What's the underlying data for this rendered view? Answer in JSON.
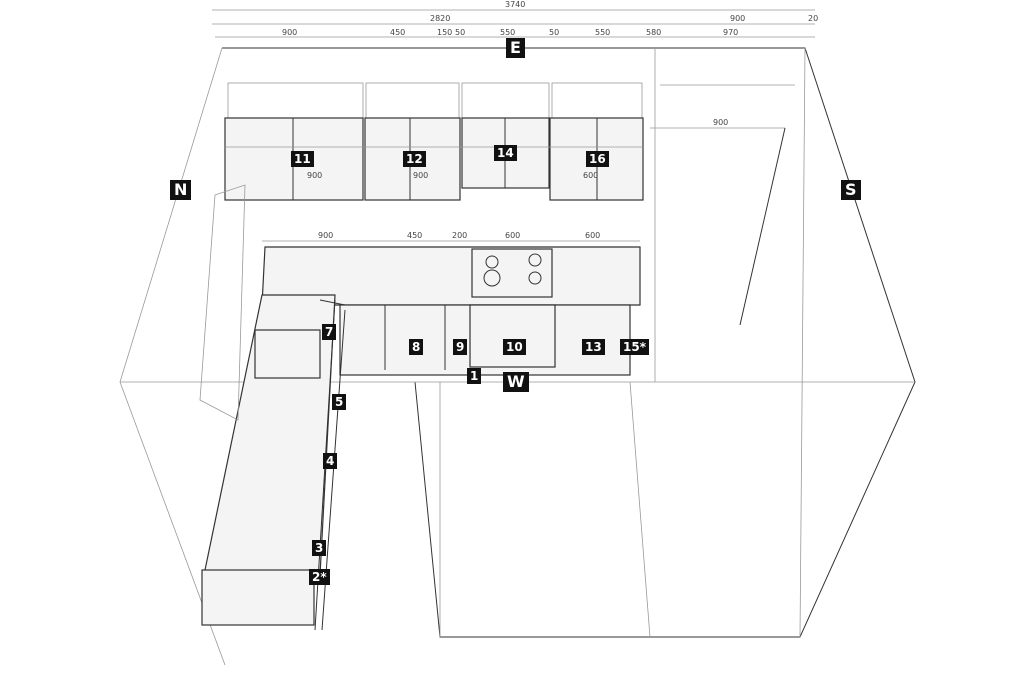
{
  "walls": {
    "east": "E",
    "north": "N",
    "south": "S",
    "west": "W"
  },
  "dimensions": {
    "top_total": "3740",
    "top_row2": [
      "2820",
      "900",
      "20"
    ],
    "top_row3": [
      "900",
      "450",
      "150",
      "50",
      "550",
      "50",
      "550",
      "580",
      "970"
    ],
    "counter_row": [
      "900",
      "450",
      "200",
      "600",
      "600"
    ],
    "upper_labels": [
      "900",
      "900",
      "600"
    ],
    "right_upper": "900"
  },
  "modules": [
    "11",
    "12",
    "14",
    "16",
    "7",
    "8",
    "9",
    "10",
    "13",
    "15*",
    "1",
    "5",
    "4",
    "3",
    "2*"
  ]
}
